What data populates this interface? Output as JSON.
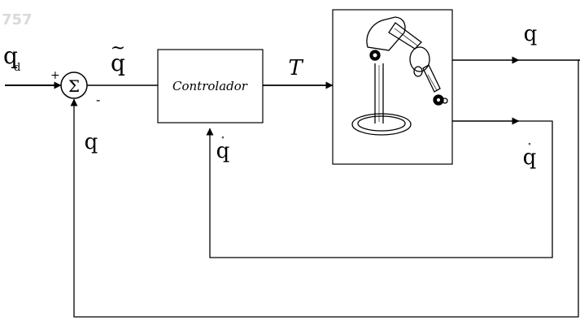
{
  "watermark": "757",
  "labels": {
    "qd_main": "q",
    "qd_sub": "d",
    "plus": "+",
    "minus": "-",
    "sigma": "Σ",
    "q_tilde": "q",
    "tilde": "~",
    "controller": "Controlador",
    "tau": "T",
    "q_out": "q",
    "qdot_out": "q",
    "q_feedback": "q",
    "qdot_feedback": "q",
    "dot": "∘"
  },
  "colors": {
    "stroke": "#000000",
    "text": "#000000",
    "watermark": "#d9d9d9"
  },
  "icons": {
    "summing_junction": "sigma-circle",
    "plant": "robot-arm-icon"
  }
}
